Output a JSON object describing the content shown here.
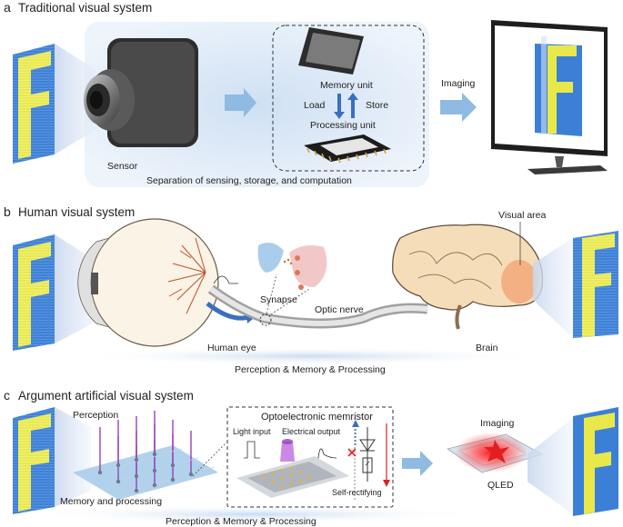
{
  "panel_a": {
    "letter": "a",
    "title": "Traditional visual system",
    "sensor_label": "Sensor",
    "memory_label": "Memory unit",
    "load_label": "Load",
    "store_label": "Store",
    "processing_label": "Processing unit",
    "bottom_caption": "Separation of sensing, storage, and computation",
    "imaging_label": "Imaging"
  },
  "panel_b": {
    "letter": "b",
    "title": "Human visual system",
    "synapse_label": "Synapse",
    "optic_nerve_label": "Optic nerve",
    "human_eye_label": "Human eye",
    "brain_label": "Brain",
    "visual_area_label": "Visual area",
    "bottom_caption": "Perception & Memory & Processing"
  },
  "panel_c": {
    "letter": "c",
    "title": "Argument artificial visual system",
    "perception_label": "Perception",
    "memory_processing_label": "Memory and processing",
    "memristor_title": "Optoelectronic memristor",
    "light_input_label": "Light input",
    "electrical_output_label": "Electrical output",
    "self_rectifying_label": "Self-rectifying",
    "imaging_label": "Imaging",
    "qled_label": "QLED",
    "bottom_caption": "Perception & Memory & Processing"
  },
  "colors": {
    "f_yellow": "#e8e84a",
    "f_blue": "#3c7fd6",
    "arrow": "#8fbbe2",
    "glow": "#dde9f7",
    "accent_red": "#e02020",
    "accent_purple": "#9b3fb5"
  }
}
